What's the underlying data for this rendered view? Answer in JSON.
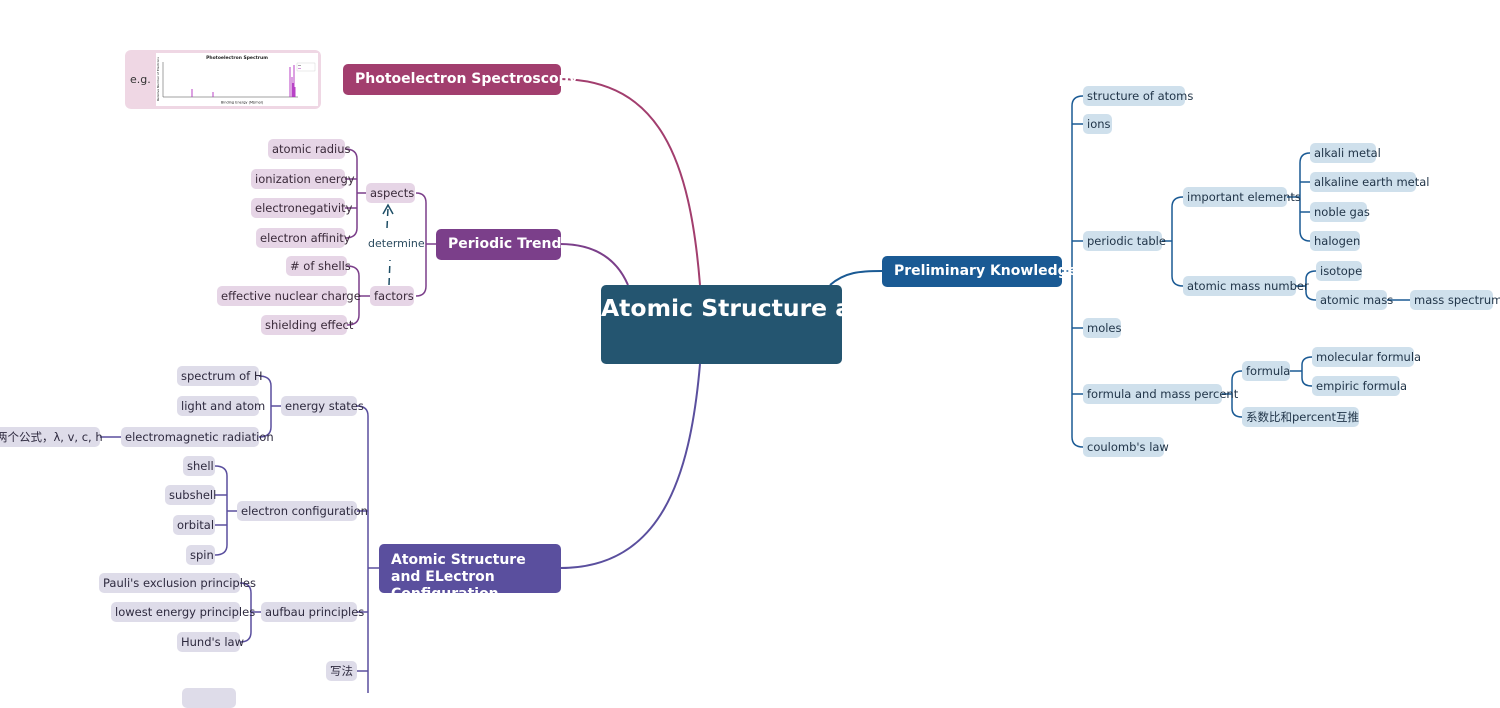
{
  "central": "Atomic Structure and Properties",
  "branches": {
    "pes": "Photoelectron Spectroscopy",
    "periodic": "Periodic Trend",
    "prelim": "Preliminary Knowledge",
    "config": "Atomic Structure and ELectron Configuration"
  },
  "pes": {
    "label": "e.g.",
    "chart_title": "Photoelectron Spectrum",
    "chart_xlabel": "Binding Energy (MJ/mol)",
    "chart_ylabel": "Relative Number of Electrons"
  },
  "periodic": {
    "aspects": "aspects",
    "aspect_items": [
      "atomic radius",
      "ionization energy",
      "electronegativity",
      "electron affinity"
    ],
    "determine": "determine",
    "factors": "factors",
    "factor_items": [
      "# of shells",
      "effective nuclear charge",
      "shielding effect"
    ]
  },
  "prelim": {
    "structure_of_atoms": "structure of atoms",
    "ions": "ions",
    "periodic_table": "periodic table",
    "important_elements": "important elements",
    "element_groups": [
      "alkali metal",
      "alkaline earth metal",
      "noble gas",
      "halogen"
    ],
    "atomic_mass_number": "atomic mass number",
    "isotope": "isotope",
    "atomic_mass": "atomic mass",
    "mass_spectrum": "mass spectrum",
    "moles": "moles",
    "formula_and_mass_percent": "formula and mass percent",
    "formula": "formula",
    "molecular_formula": "molecular formula",
    "empiric_formula": "empiric formula",
    "ratio_percent": "系数比和percent互推",
    "coulombs_law": "coulomb's law"
  },
  "config": {
    "energy_states": "energy states",
    "spectrum_of_h": "spectrum of H",
    "light_and_atom": "light and atom",
    "em_radiation": "electromagnetic radiation",
    "two_formulas": "两个公式，λ, v, c, h",
    "electron_configuration": "electron configuration",
    "ec_items": [
      "shell",
      "subshell",
      "orbital",
      "spin"
    ],
    "aufbau": "aufbau principles",
    "aufbau_items": [
      "Pauli's exclusion principles",
      "lowest energy principles",
      "Hund's law"
    ],
    "writing": "写法"
  },
  "colors": {
    "central": "#245570",
    "pes": "#a23e6e",
    "periodic": "#7b3f8a",
    "prelim": "#1a5a94",
    "config": "#5a4f9e"
  }
}
